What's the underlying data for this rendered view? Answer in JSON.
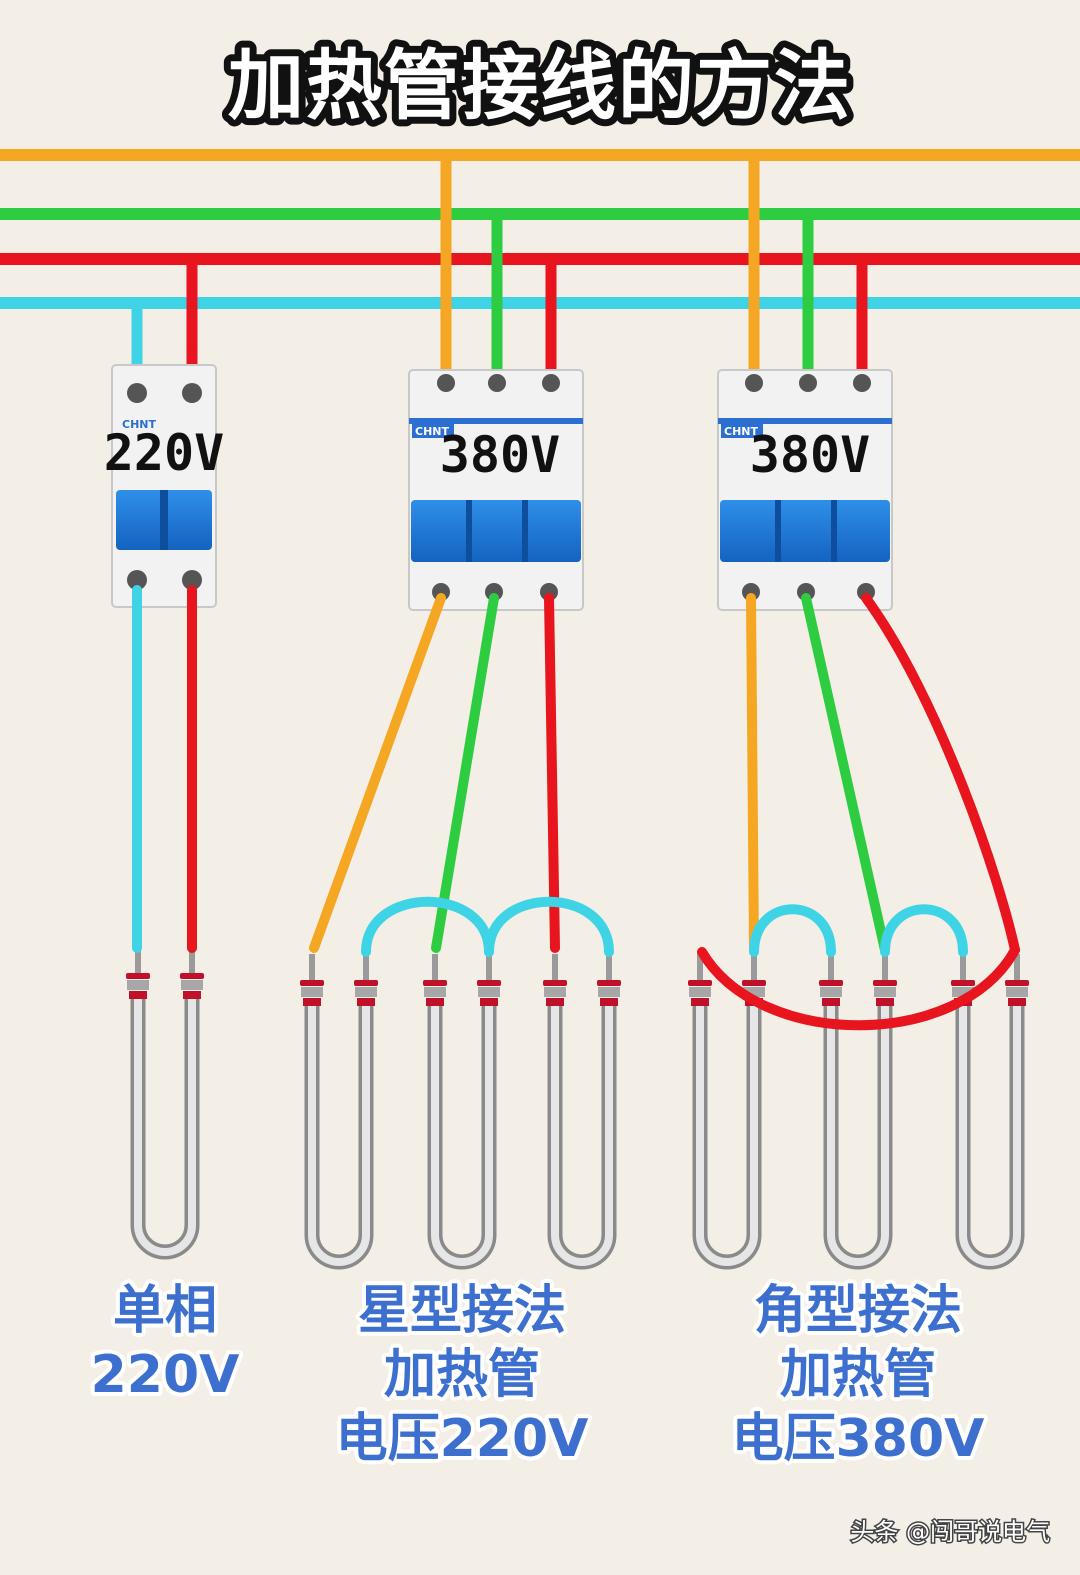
{
  "title": "加热管接线的方法",
  "wire_colors": {
    "yellow": "#f5a623",
    "green": "#2ecc40",
    "red": "#e8141e",
    "cyan": "#3fd3e6"
  },
  "breakers": [
    {
      "brand": "CHNT",
      "rating": "220V"
    },
    {
      "brand": "CHNT",
      "rating": "380V"
    },
    {
      "brand": "CHNT",
      "rating": "380V"
    }
  ],
  "captions": {
    "single": [
      "单相",
      "220V"
    ],
    "star": [
      "星型接法",
      "加热管",
      "电压220V"
    ],
    "delta": [
      "角型接法",
      "加热管",
      "电压380V"
    ]
  },
  "watermark": "头条 @闯哥说电气"
}
